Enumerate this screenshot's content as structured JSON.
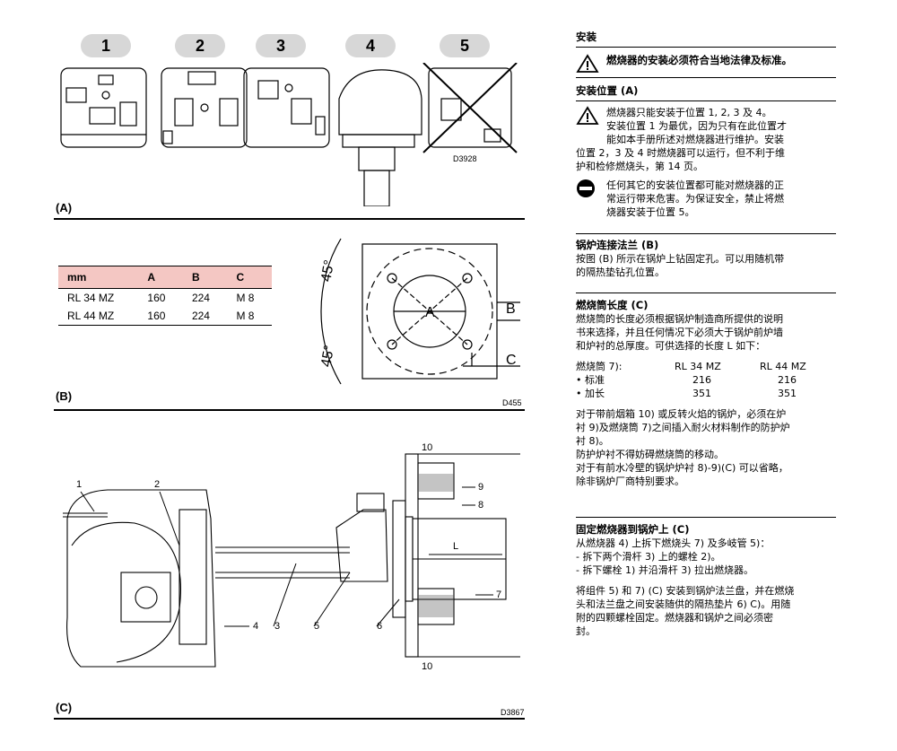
{
  "figure_a": {
    "positions": [
      "1",
      "2",
      "3",
      "4",
      "5"
    ],
    "label": "(A)",
    "code": "D3928"
  },
  "figure_b": {
    "label": "(B)",
    "code": "D455",
    "table": {
      "headers": [
        "mm",
        "A",
        "B",
        "C"
      ],
      "rows": [
        [
          "RL 34 MZ",
          "160",
          "224",
          "M 8"
        ],
        [
          "RL 44 MZ",
          "160",
          "224",
          "M 8"
        ]
      ]
    },
    "drawing": {
      "angle_top": "45°",
      "angle_bottom": "45°",
      "label_a": "A",
      "label_b": "B",
      "label_c": "C"
    }
  },
  "figure_c": {
    "label": "(C)",
    "code": "D3867",
    "callouts": [
      "1",
      "2",
      "4",
      "3",
      "5",
      "6",
      "10",
      "9",
      "8",
      "L",
      "7",
      "10"
    ]
  },
  "text": {
    "install_title": "安装",
    "install_warning": "燃烧器的安装必须符合当地法律及标准。",
    "position_title": "安装位置 (A)",
    "position_warning_lines": [
      "燃烧器只能安装于位置 1, 2, 3 及 4。",
      "安装位置 1 为最优，因为只有在此位置才",
      "能如本手册所述对燃烧器进行维护。安装"
    ],
    "position_para_lines": [
      "位置 2，3 及 4 时燃烧器可以运行，但不利于维",
      "护和检修燃烧头，第 14 页。"
    ],
    "position_danger_lines": [
      "任何其它的安装位置都可能对燃烧器的正",
      "常运行带来危害。为保证安全，禁止将燃",
      "烧器安装于位置 5。"
    ],
    "flange_title": "锅炉连接法兰 (B)",
    "flange_lines": [
      "按图 (B) 所示在锅炉上钻固定孔。可以用随机带",
      "的隔热垫钻孔位置。"
    ],
    "tube_title": "燃烧筒长度 (C)",
    "tube_lines": [
      "燃烧筒的长度必须根据锅炉制造商所提供的说明",
      "书来选择，并且任何情况下必须大于锅炉前炉墙",
      "和炉衬的总厚度。可供选择的长度 L 如下："
    ],
    "length_table": {
      "header": [
        "燃烧筒 7):",
        "RL 34 MZ",
        "RL 44 MZ"
      ],
      "rows": [
        [
          "• 标准",
          "216",
          "216"
        ],
        [
          "• 加长",
          "351",
          "351"
        ]
      ]
    },
    "lining_lines": [
      "对于带前烟箱 10) 或反转火焰的锅炉，必须在炉",
      "衬 9)及燃烧筒 7)之间插入耐火材料制作的防护炉",
      "衬 8)。",
      "防护炉衬不得妨碍燃烧筒的移动。",
      "对于有前水冷壁的锅炉炉衬 8)-9)(C) 可以省略，",
      "除非锅炉厂商特别要求。"
    ],
    "fix_title": "固定燃烧器到锅炉上 (C)",
    "fix_lines": [
      "从燃烧器 4) 上拆下燃烧头 7) 及多岐管 5)：",
      "- 拆下两个滑杆 3) 上的螺栓 2)。",
      "- 拆下螺栓 1) 并沿滑杆 3) 拉出燃烧器。"
    ],
    "fix_lines2": [
      "将组件 5) 和 7) (C) 安装到锅炉法兰盘，并在燃烧",
      "头和法兰盘之间安装随供的隔热垫片 6) C)。用随",
      "附的四颗螺栓固定。燃烧器和锅炉之间必须密",
      "封。"
    ]
  }
}
